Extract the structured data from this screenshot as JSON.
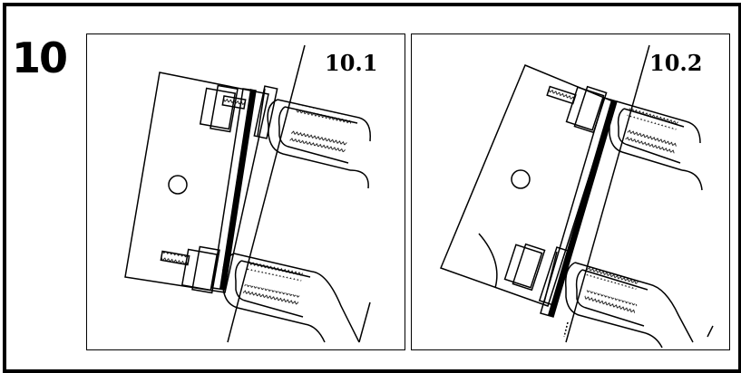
{
  "step": {
    "number": "10"
  },
  "panels": [
    {
      "label": "10.1"
    },
    {
      "label": "10.2"
    }
  ]
}
